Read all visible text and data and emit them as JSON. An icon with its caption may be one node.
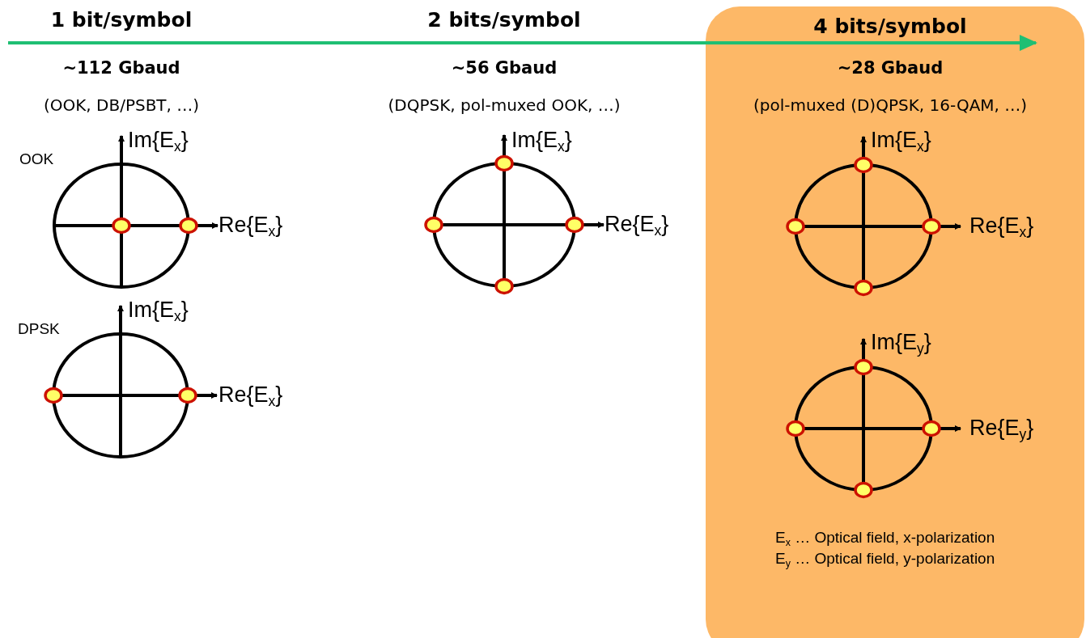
{
  "diagram": {
    "nodes": [
      {
        "text": [
          "4 bits/symbol",
          "~28 Gbaud",
          "(pol-muxed (D)QPSK, 16-QAM, …)"
        ]
      }
    ],
    "edges": [],
    "labels": [
      "1 bit/symbol",
      "2 bits/symbol",
      "~112 Gbaud",
      "~56 Gbaud",
      "(OOK, DB/PSBT, …)",
      "(DQPSK, pol-muxed OOK, …)",
      "OOK",
      "Im{E$_{x}$}",
      "Im{E$_{x}$}",
      "Im{E$_{x}$}",
      "Re{E$_{x}$}",
      "Re{E$_{x}$}",
      "Re{E$_{x}$}",
      "DPSK",
      "Im{E$_{x}$}",
      "Im{E$_{y}$}",
      "Re{E$_{x}$}",
      "Re{E$_{y}$}",
      "E$_{x}$ … Optical field, x-polarization",
      "E$_{y}$ … Optical field, y-polarization"
    ]
  }
}
